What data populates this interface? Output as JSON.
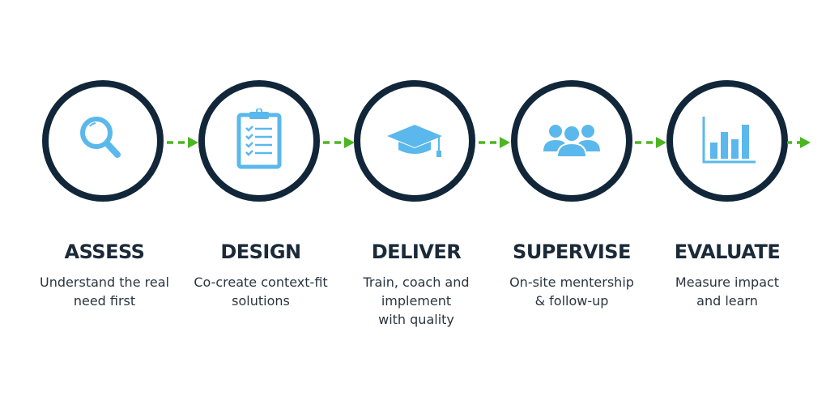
{
  "colors": {
    "ring": "#12263a",
    "icon": "#5bb8ec",
    "arrow": "#4cb521"
  },
  "steps": [
    {
      "title": "ASSESS",
      "desc": "Understand the real\nneed first",
      "icon": "magnifier-icon"
    },
    {
      "title": "DESIGN",
      "desc": "Co-create context-fit\nsolutions",
      "icon": "clipboard-checklist-icon"
    },
    {
      "title": "DELIVER",
      "desc": "Train, coach and\nimplement\nwith quality",
      "icon": "graduation-cap-icon"
    },
    {
      "title": "SUPERVISE",
      "desc": "On-site mentership\n& follow-up",
      "icon": "people-group-icon"
    },
    {
      "title": "EVALUATE",
      "desc": "Measure impact\nand learn",
      "icon": "bar-chart-icon"
    }
  ]
}
